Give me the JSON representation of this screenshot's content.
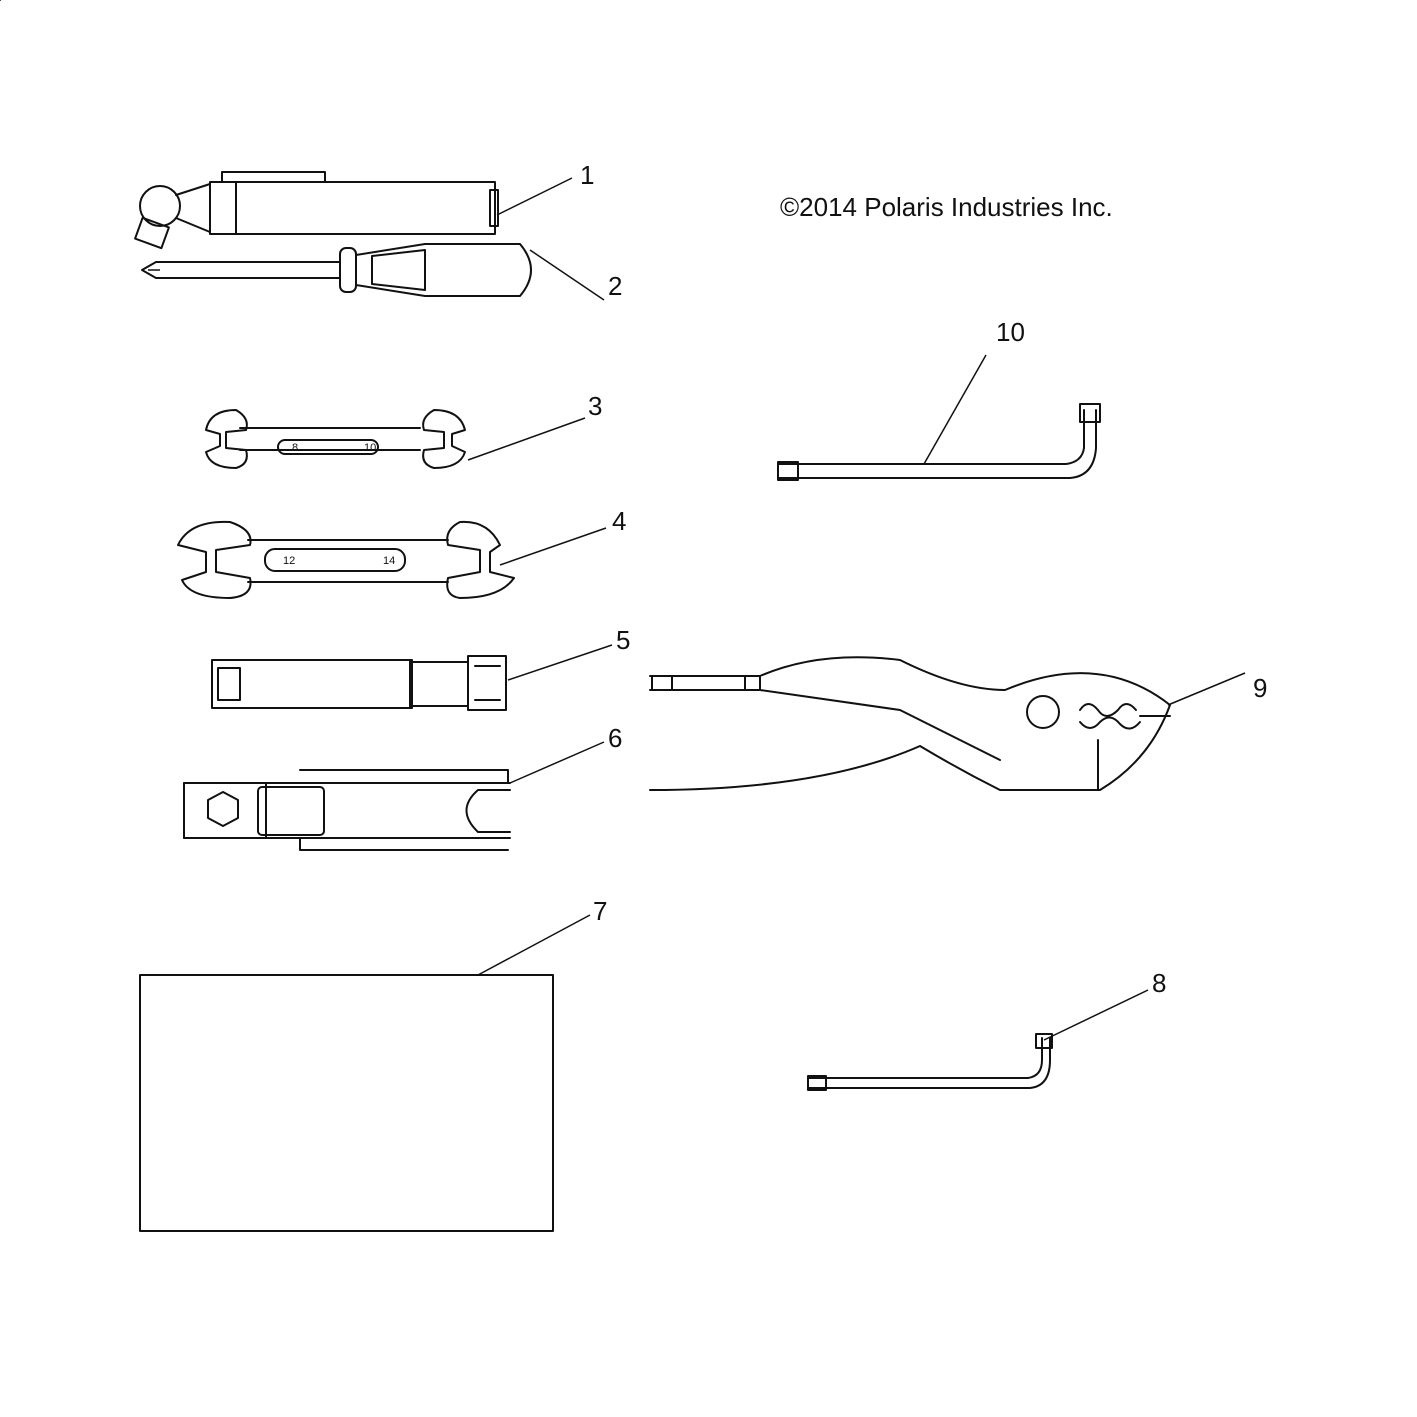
{
  "copyright": "©2014 Polaris Industries Inc.",
  "callouts": {
    "c1": "1",
    "c2": "2",
    "c3": "3",
    "c4": "4",
    "c5": "5",
    "c6": "6",
    "c7": "7",
    "c8": "8",
    "c9": "9",
    "c10": "10"
  },
  "wrench_small": {
    "size_a": "8",
    "size_b": "10"
  },
  "wrench_large": {
    "size_a": "12",
    "size_b": "14"
  }
}
